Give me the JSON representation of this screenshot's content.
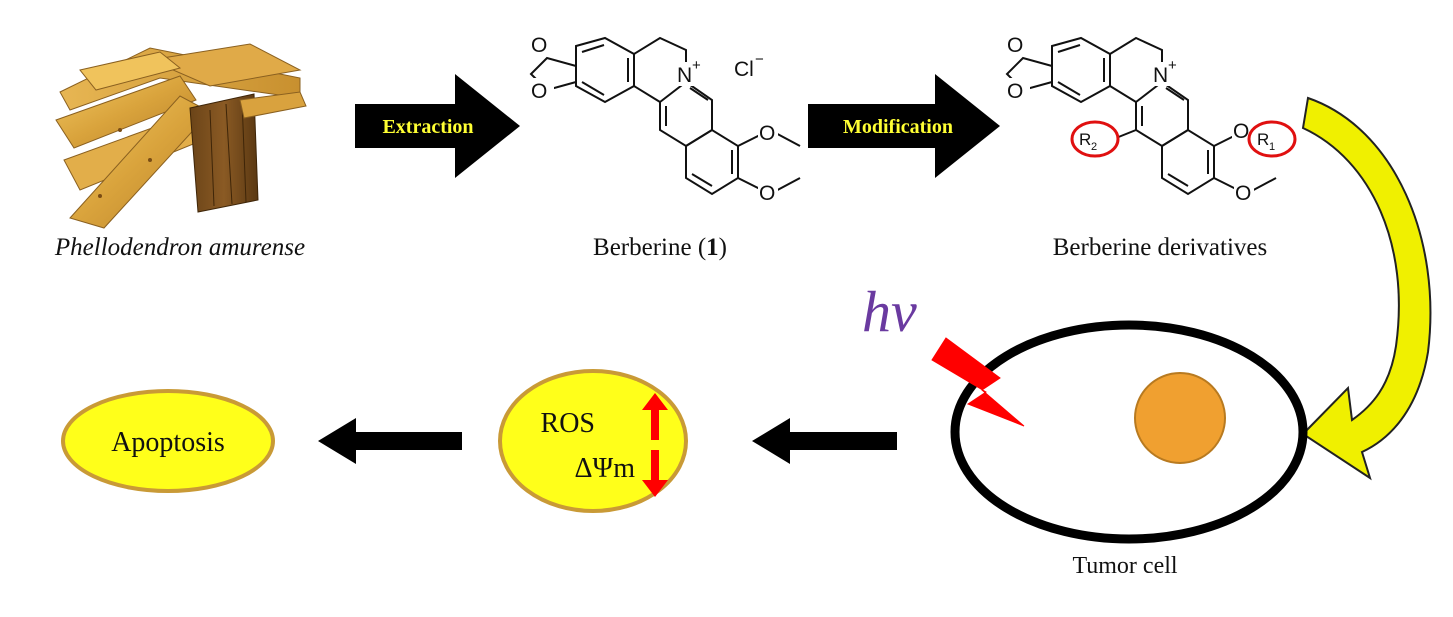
{
  "steps": {
    "source_caption": "Phellodendron amurense",
    "arrow1_label": "Extraction",
    "compound_caption_prefix": "Berberine (",
    "compound_caption_number": "1",
    "compound_caption_suffix": ")",
    "arrow2_label": "Modification",
    "derivatives_caption": "Berberine derivatives"
  },
  "molecule": {
    "atom_O": "O",
    "atom_N": "N",
    "charge_plus": "+",
    "counter_ion": "Cl",
    "charge_minus": "−",
    "r1_letter": "R",
    "r1_sub": "1",
    "r2_letter": "R",
    "r2_sub": "2"
  },
  "cell": {
    "light_label": "hv",
    "caption": "Tumor cell"
  },
  "effects": {
    "ros_label": "ROS",
    "membrane_label": "ΔΨm",
    "outcome_label": "Apoptosis"
  },
  "colors": {
    "oval_fill": "#ffff1a",
    "oval_stroke": "#c99a36",
    "nucleus_fill": "#f0a030",
    "curved_arrow_fill": "#f0f000",
    "lightning": "#ff0000",
    "highlight_ring": "#e01010",
    "hv_color": "#6a3aa0"
  }
}
